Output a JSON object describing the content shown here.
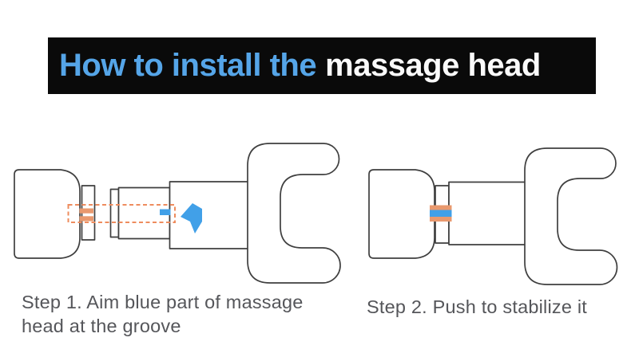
{
  "title": {
    "highlight": "How to install the",
    "normal": "massage head"
  },
  "steps": [
    {
      "caption_line1": "Step 1. Aim blue part of massage",
      "caption_line2": "head at the groove"
    },
    {
      "caption_line1": "Step 2. Push to stabilize it",
      "caption_line2": ""
    }
  ],
  "icons": {
    "push_arrow": "blue-left-arrow"
  },
  "colors": {
    "banner_bg": "#0a0a0a",
    "title_highlight": "#55a5e8",
    "title_normal": "#fafafa",
    "outline": "#3f3f3f",
    "accent_blue": "#41a0e8",
    "accent_orange": "#e9996e",
    "dashed_orange": "#ee8c5e",
    "caption_text": "#55565a",
    "background": "#ffffff"
  }
}
